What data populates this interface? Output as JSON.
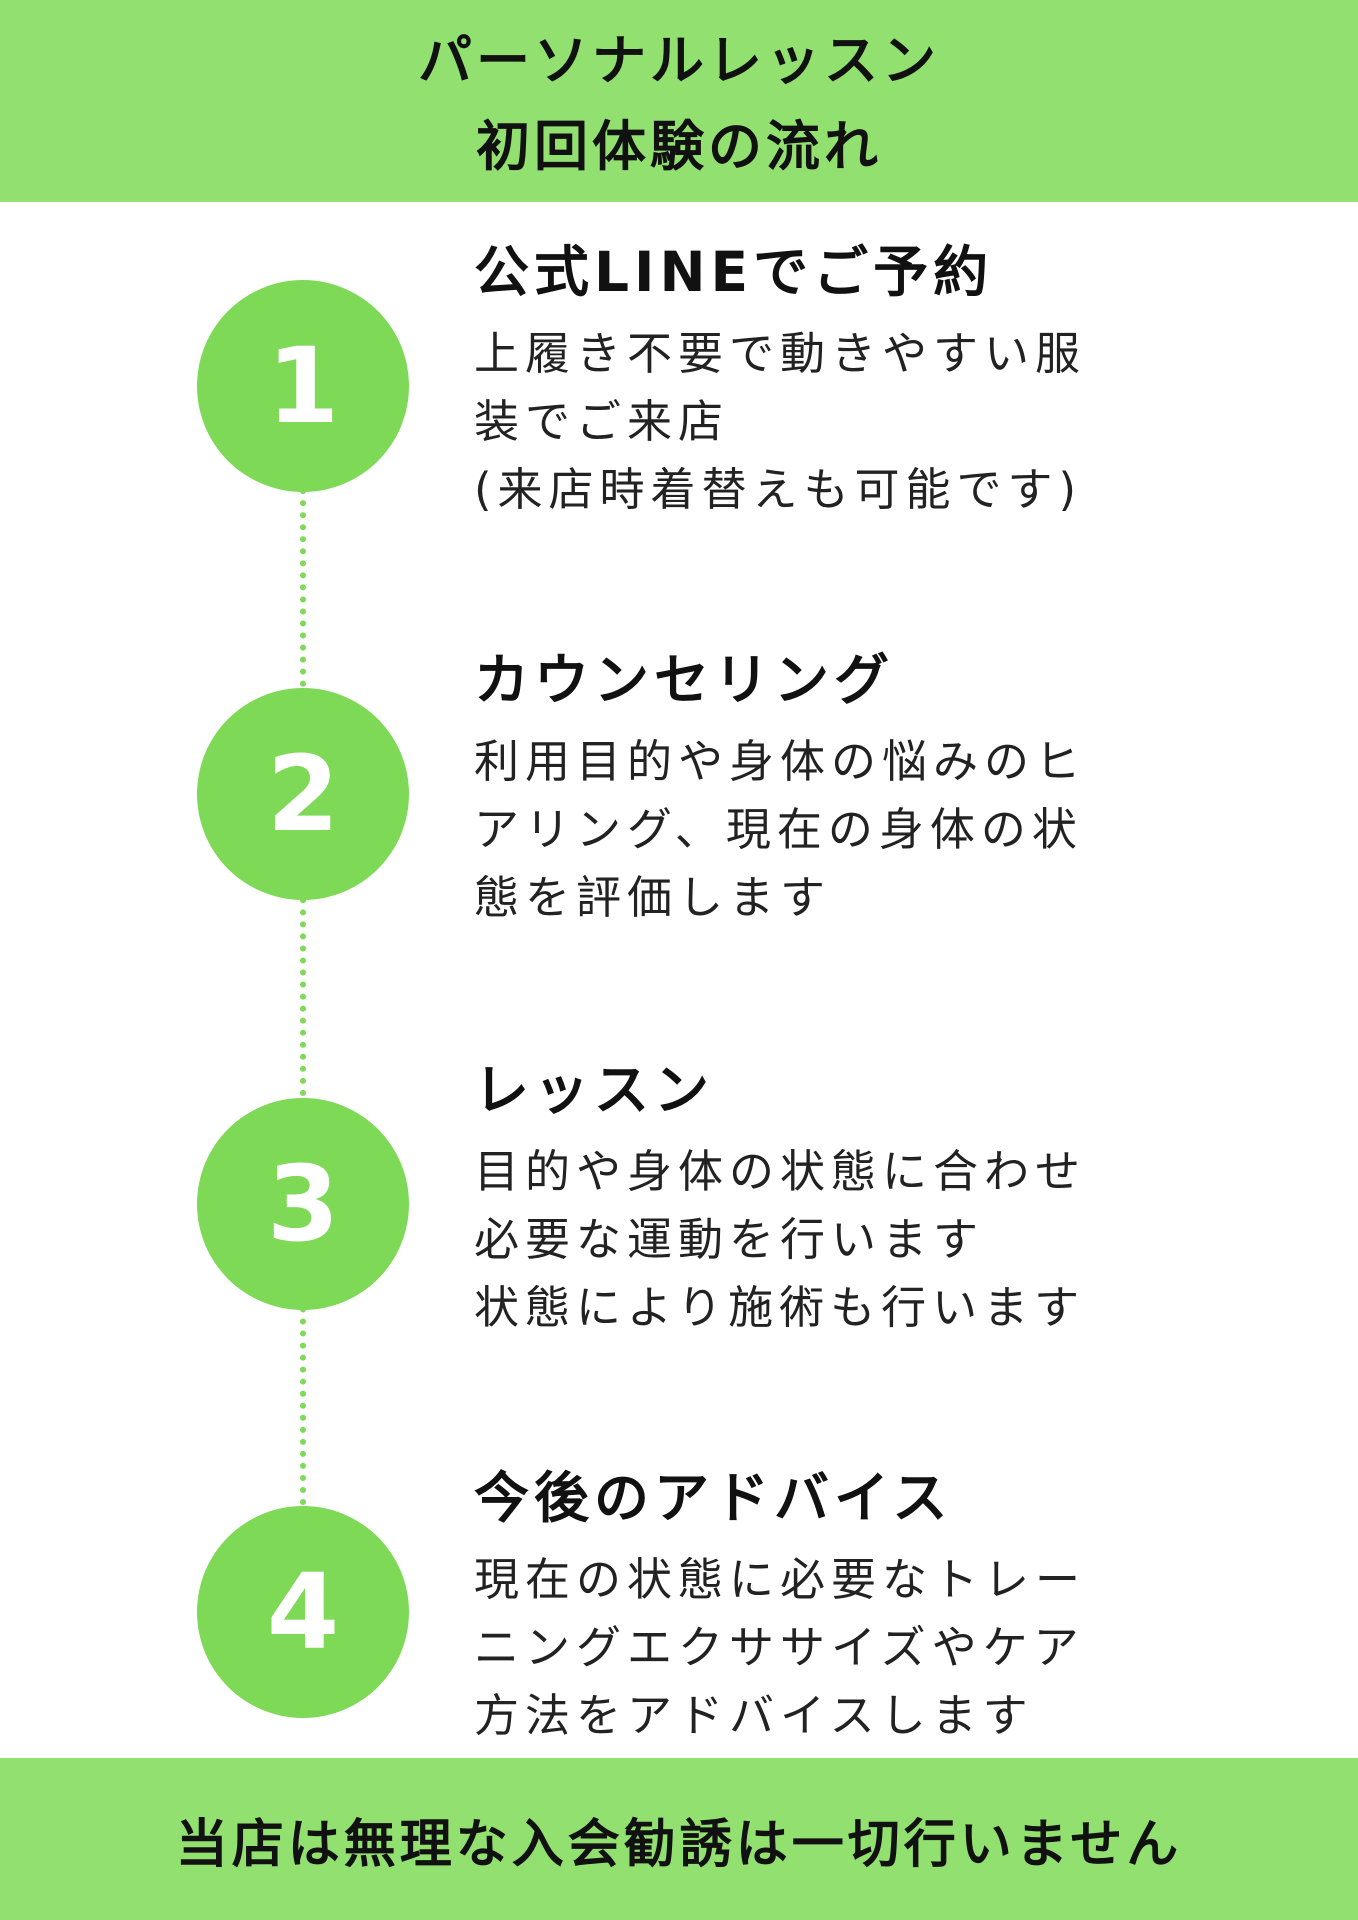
{
  "header": {
    "title_line1": "パーソナルレッスン",
    "title_line2": "初回体験の流れ"
  },
  "steps": [
    {
      "number": "1",
      "title": "公式LINEでご予約",
      "lines": [
        "上履き不要で動きやすい服",
        "装でご来店",
        "(来店時着替えも可能です)"
      ]
    },
    {
      "number": "2",
      "title": "カウンセリング",
      "lines": [
        "利用目的や身体の悩みのヒ",
        "アリング、現在の身体の状",
        "態を評価します"
      ]
    },
    {
      "number": "3",
      "title": "レッスン",
      "lines": [
        "目的や身体の状態に合わせ",
        "必要な運動を行います",
        "状態により施術も行います"
      ]
    },
    {
      "number": "4",
      "title": "今後のアドバイス",
      "lines": [
        "現在の状態に必要なトレー",
        "ニングエクササイズやケア",
        "方法をアドバイスします"
      ]
    }
  ],
  "footer": {
    "text": "当店は無理な入会勧誘は一切行いません"
  },
  "colors": {
    "header_bg": "#92e06f",
    "circle_bg": "#7ed957",
    "circle_text": "#ffffff",
    "text": "#111111"
  }
}
